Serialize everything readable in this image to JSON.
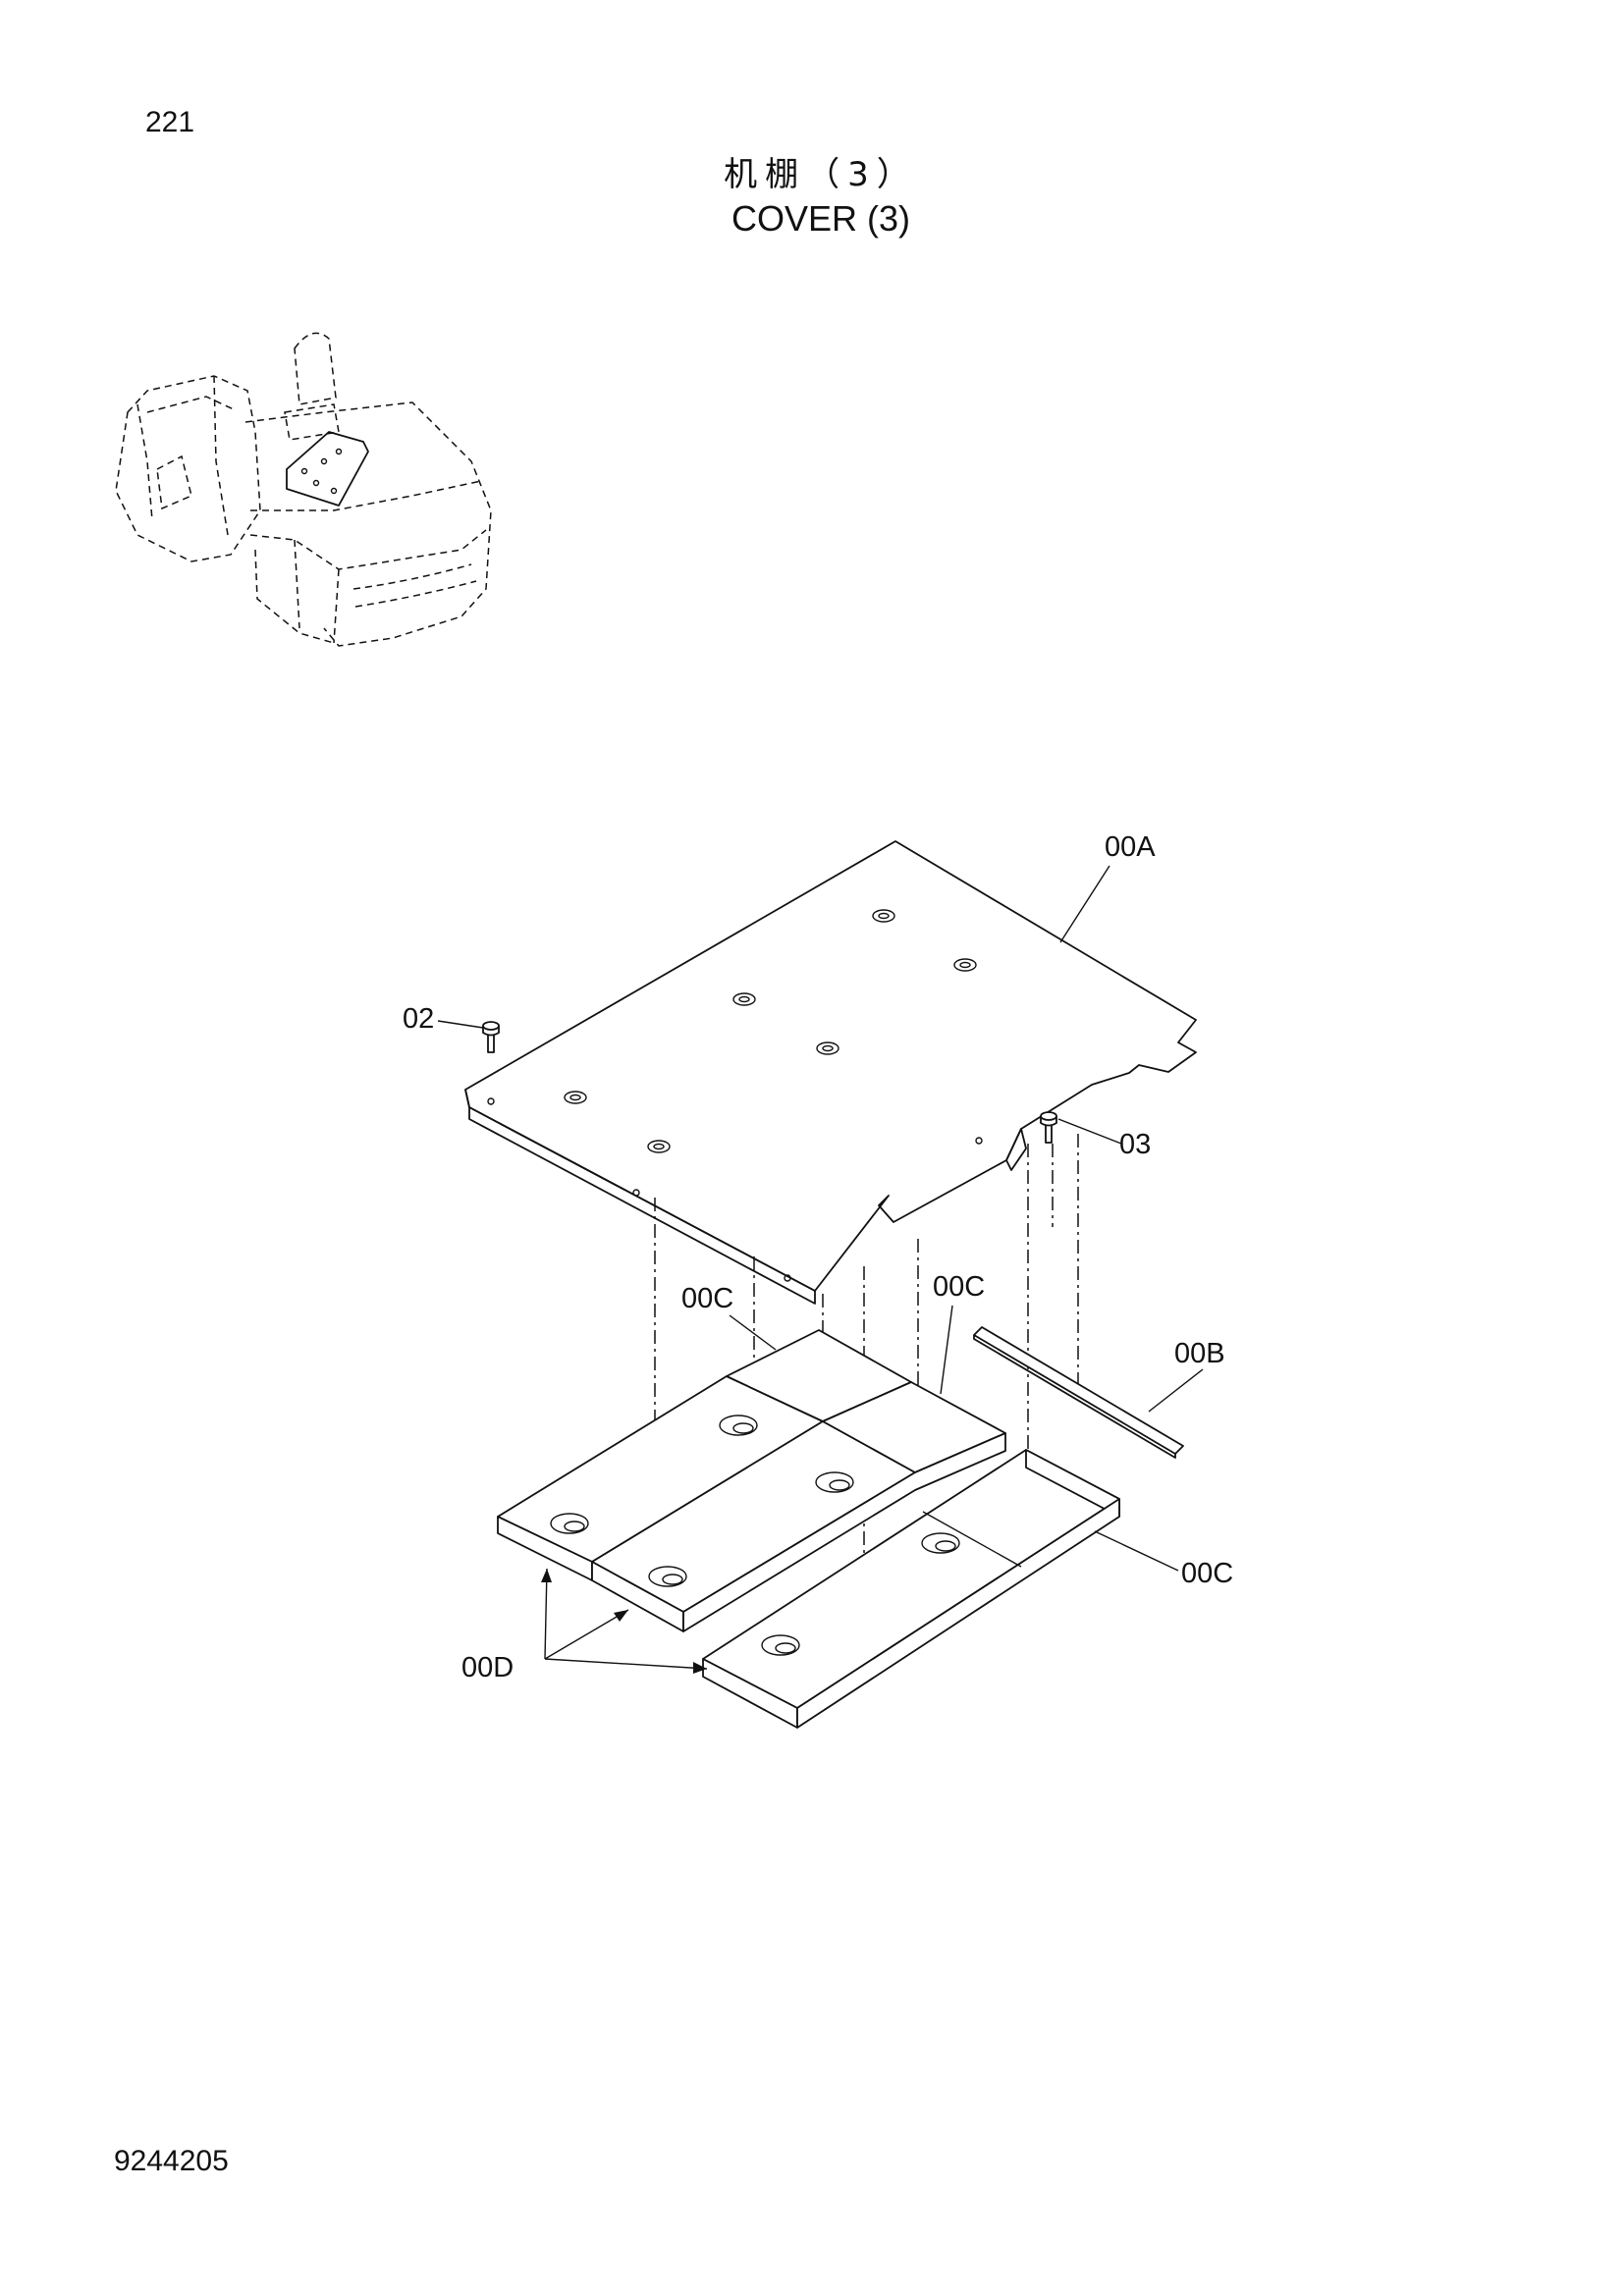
{
  "page_number": "221",
  "title_cn": "机棚（3）",
  "title_en": "COVER (3)",
  "document_code": "9244205",
  "callouts": {
    "cover_plate": "00A",
    "seal_strip": "00B",
    "pad_upper_left": "00C",
    "pad_upper_right": "00C",
    "pad_lower_right": "00C",
    "pads_d": "00D",
    "bolt_left": "02",
    "bolt_right": "03"
  }
}
